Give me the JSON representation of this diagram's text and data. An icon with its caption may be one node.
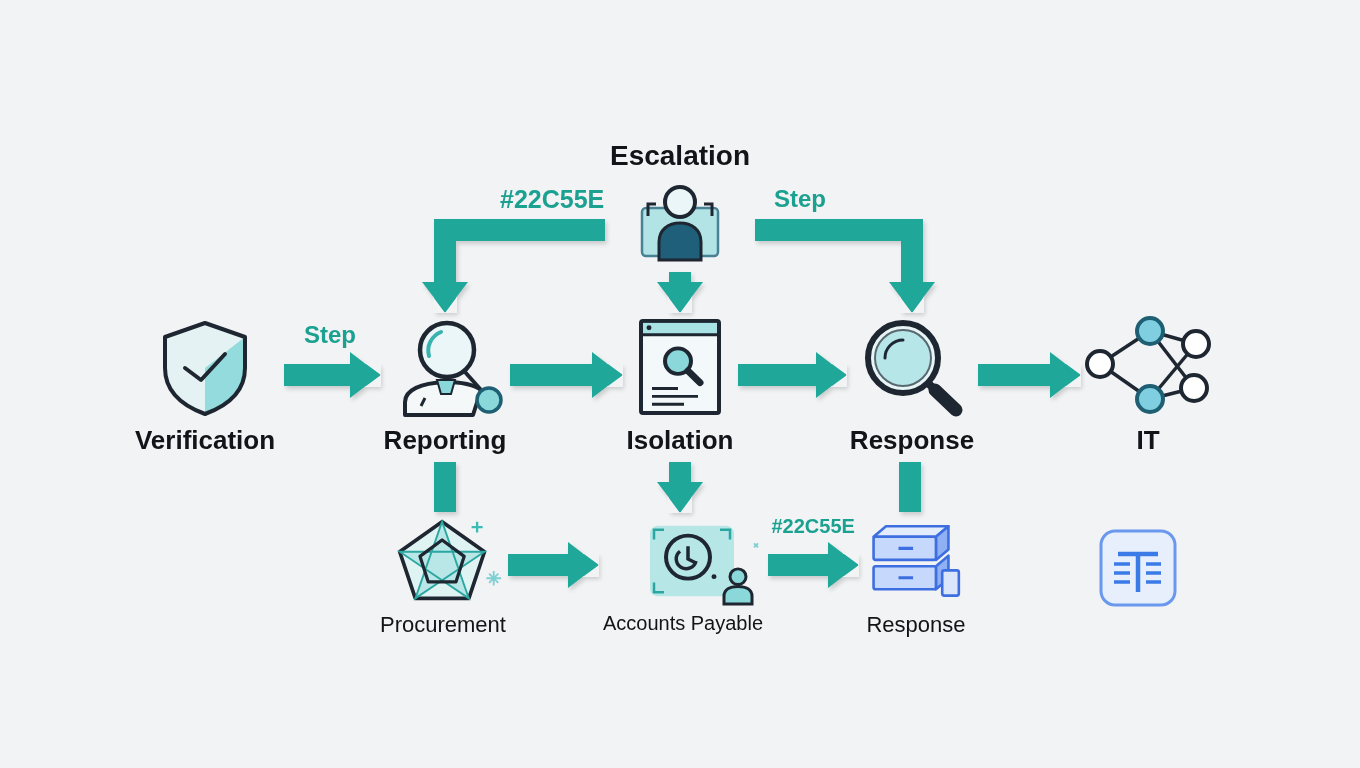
{
  "diagram": {
    "nodes": [
      {
        "text": [
          "Escalation"
        ]
      },
      {
        "text": [
          "Verification"
        ]
      },
      {
        "text": [
          "Reporting"
        ]
      },
      {
        "text": [
          "Isolation"
        ]
      },
      {
        "text": [
          "Response"
        ]
      },
      {
        "text": [
          "IT"
        ]
      },
      {
        "text": [
          "Procurement"
        ]
      },
      {
        "text": [
          "Accounts Payable"
        ]
      },
      {
        "text": [
          "Response"
        ]
      },
      {
        "text": [],
        "shape": "picture"
      }
    ],
    "edges": [
      {
        "from": 0,
        "to": 2,
        "arrow": "to",
        "label": "#22C55E"
      },
      {
        "from": 0,
        "to": 3,
        "arrow": "to"
      },
      {
        "from": 0,
        "to": 4,
        "arrow": "to",
        "label": "Step"
      },
      {
        "from": 1,
        "to": 2,
        "arrow": "to",
        "label": "Step"
      },
      {
        "from": 2,
        "to": 3,
        "arrow": "to"
      },
      {
        "from": 3,
        "to": 4,
        "arrow": "to"
      },
      {
        "from": 4,
        "to": 5,
        "arrow": "to"
      },
      {
        "from": 2,
        "to": 6,
        "arrow": "none"
      },
      {
        "from": 3,
        "to": 7,
        "arrow": "to"
      },
      {
        "from": 4,
        "to": 8,
        "arrow": "none"
      },
      {
        "from": 6,
        "to": 7,
        "arrow": "to"
      },
      {
        "from": 7,
        "to": 8,
        "arrow": "to",
        "label": "#22C55E"
      }
    ]
  }
}
